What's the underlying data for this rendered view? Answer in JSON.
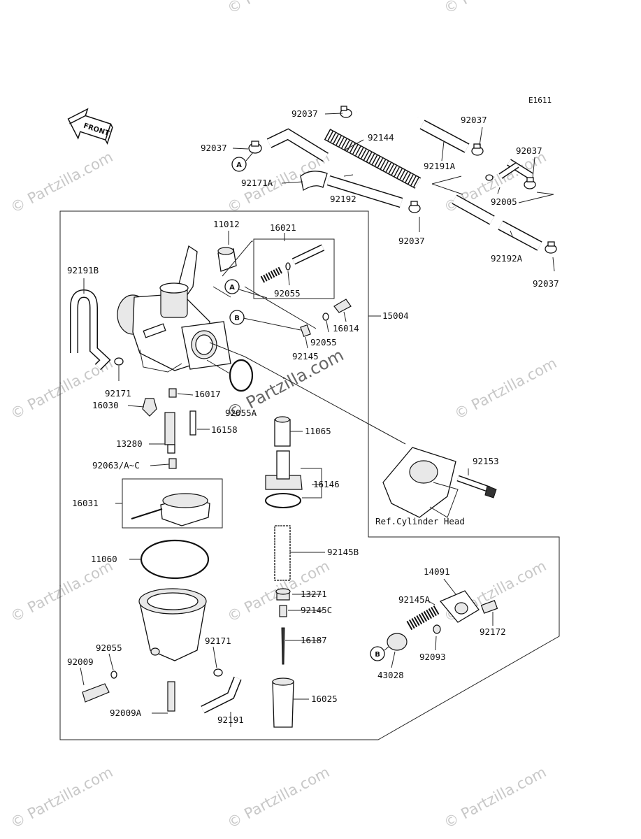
{
  "diagram": {
    "code": "E1611",
    "front_label": "FRONT",
    "ref_note": "Ref.Cylinder Head",
    "watermark": "© Partzilla.com",
    "callouts": [
      "A",
      "B"
    ],
    "parts": {
      "p92037_a": "92037",
      "p92037_b": "92037",
      "p92037_c": "92037",
      "p92037_d": "92037",
      "p92037_e": "92037",
      "p92037_f": "92037",
      "p92144": "92144",
      "p92171A": "92171A",
      "p92192": "92192",
      "p92191A": "92191A",
      "p92005": "92005",
      "p92192A": "92192A",
      "p11012": "11012",
      "p16021": "16021",
      "p92055_a": "92055",
      "p92191B": "92191B",
      "p16014": "16014",
      "p92055_b": "92055",
      "p15004": "15004",
      "p92145": "92145",
      "p92171_a": "92171",
      "p16017": "16017",
      "p16030": "16030",
      "p92055A": "92055A",
      "p16158": "16158",
      "p11065": "11065",
      "p13280": "13280",
      "p92063": "92063/A~C",
      "p16146": "16146",
      "p92153": "92153",
      "p16031": "16031",
      "p11060": "11060",
      "p92145B": "92145B",
      "p14091": "14091",
      "p13271": "13271",
      "p92145A": "92145A",
      "p92145C": "92145C",
      "p92172": "92172",
      "p92171_b": "92171",
      "p16187": "16187",
      "p92055_c": "92055",
      "p92093": "92093",
      "p92009": "92009",
      "p43028": "43028",
      "p16025": "16025",
      "p92009A": "92009A",
      "p92191": "92191"
    }
  }
}
